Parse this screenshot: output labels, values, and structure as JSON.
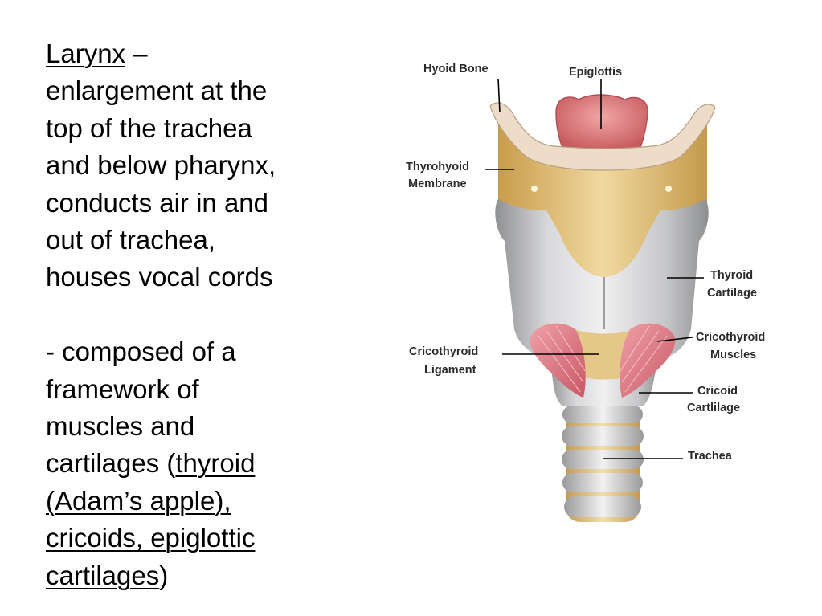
{
  "text": {
    "term": "Larynx",
    "dash": " –",
    "definition_lines": [
      "enlargement at the",
      "top of the trachea",
      "and below pharynx,",
      "conducts air in and",
      "out of trachea,",
      "houses vocal cords"
    ],
    "composed_lines": [
      "- composed of a",
      "framework of",
      "muscles and"
    ],
    "cartilages_prefix": "cartilages (",
    "thyroid_line": "thyroid",
    "adams_line": "(Adam’s apple),",
    "cricoids_line": "cricoids, epiglottic",
    "cartilages_word": "cartilages",
    "close_paren": ")"
  },
  "labels": {
    "hyoid": "Hyoid Bone",
    "epiglottis": "Epiglottis",
    "thyrohyoid_1": "Thyrohyoid",
    "thyrohyoid_2": "Membrane",
    "thyroid_1": "Thyroid",
    "thyroid_2": "Cartilage",
    "cricothyroid_m_1": "Cricothyroid",
    "cricothyroid_m_2": "Muscles",
    "cricothyroid_l_1": "Cricothyroid",
    "cricothyroid_l_2": "Ligament",
    "cricoid_1": "Cricoid",
    "cricoid_2": "Cartlilage",
    "trachea": "Trachea"
  },
  "colors": {
    "hyoid": "#e8d8c4",
    "membrane": "#e4c47e",
    "thyroid": "#c8c9cb",
    "epiglottis": "#d4787a",
    "muscle": "#d9737c",
    "ring": "#d8d8d8",
    "ring_band": "#e8cf95"
  }
}
